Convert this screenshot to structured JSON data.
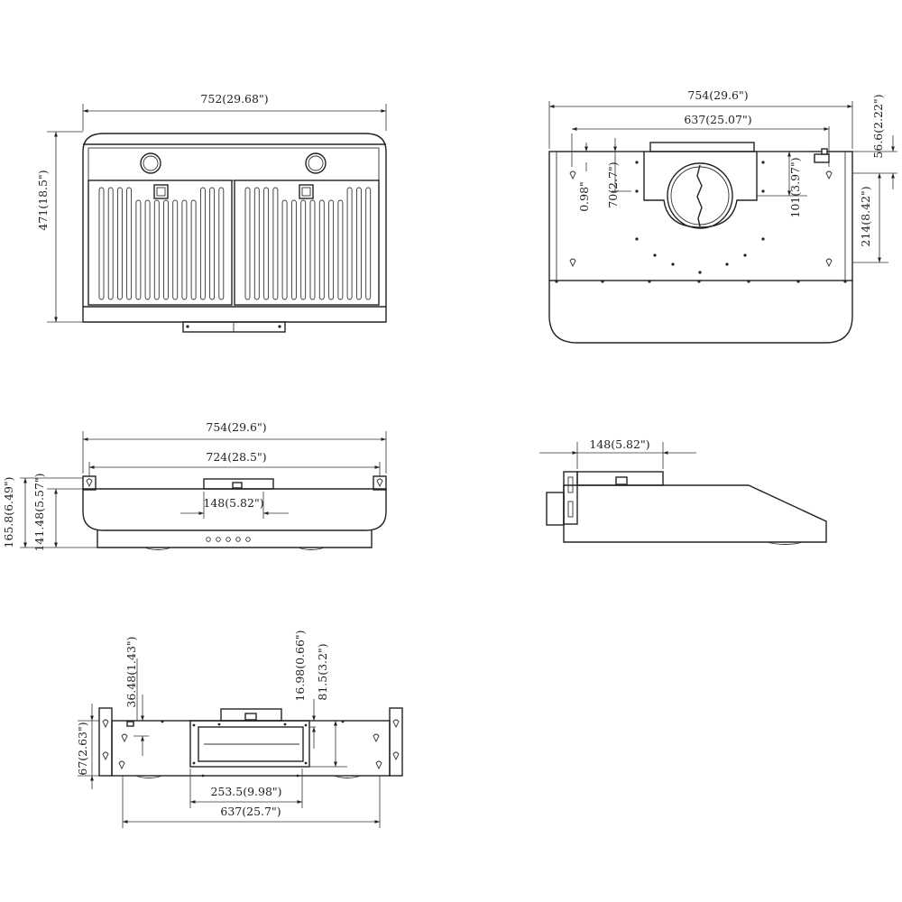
{
  "views": {
    "front": {
      "width_label": "752(29.68\")",
      "height_label": "471(18.5\")"
    },
    "top": {
      "overall_width_label": "754(29.6\")",
      "bracket_span_label": "637(25.07\")",
      "edge_offset_label": "56.6(2.22\")",
      "hole_spacing_label": "214(8.42\")",
      "flange_label": "0.98\"",
      "plate_offset_label": "70(2.7\")",
      "duct_offset_label": "101(3.97\")"
    },
    "rear": {
      "overall_width_label": "754(29.6\")",
      "inner_width_label": "724(28.5\")",
      "duct_width_label": "148(5.82\")",
      "total_height_label": "165.8(6.49\")",
      "body_height_label": "141.48(5.57\")"
    },
    "side": {
      "duct_depth_label": "148(5.82\")"
    },
    "bottom": {
      "hole_offset_label": "36.48(1.43\")",
      "plate_top_label": "16.98(0.66\")",
      "plate_height_label": "81.5(3.2\")",
      "bracket_height_label": "67(2.63\")",
      "plate_width_label": "253.5(9.98\")",
      "bracket_span_label": "637(25.7\")"
    }
  }
}
